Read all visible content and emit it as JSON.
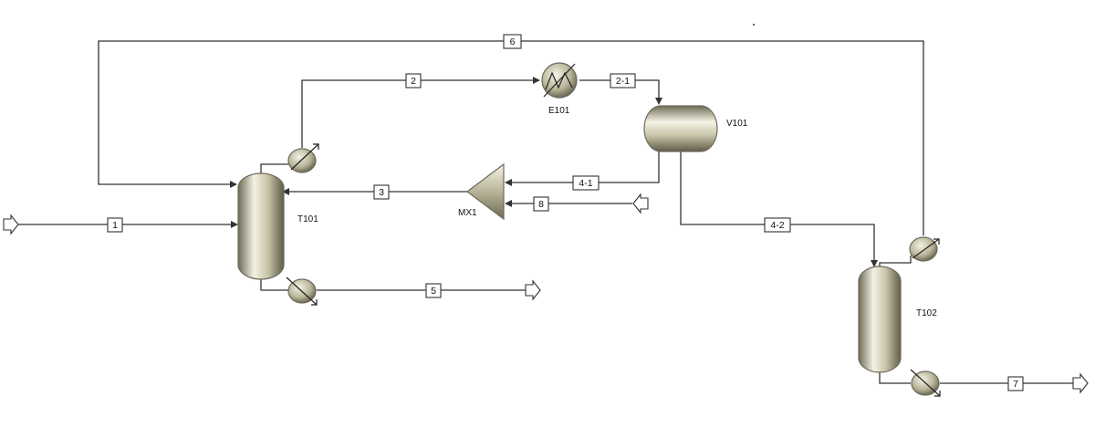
{
  "diagram": {
    "equipment": {
      "t101": "T101",
      "t102": "T102",
      "e101": "E101",
      "v101": "V101",
      "mx1": "MX1"
    },
    "streams": {
      "s1": "1",
      "s2": "2",
      "s2_1": "2-1",
      "s3": "3",
      "s4_1": "4-1",
      "s4_2": "4-2",
      "s5": "5",
      "s6": "6",
      "s7": "7",
      "s8": "8"
    },
    "colors": {
      "vessel_light": "#f4f2e4",
      "vessel_mid": "#c8c4a8",
      "vessel_dark": "#6f6b55",
      "line": "#333333"
    }
  }
}
